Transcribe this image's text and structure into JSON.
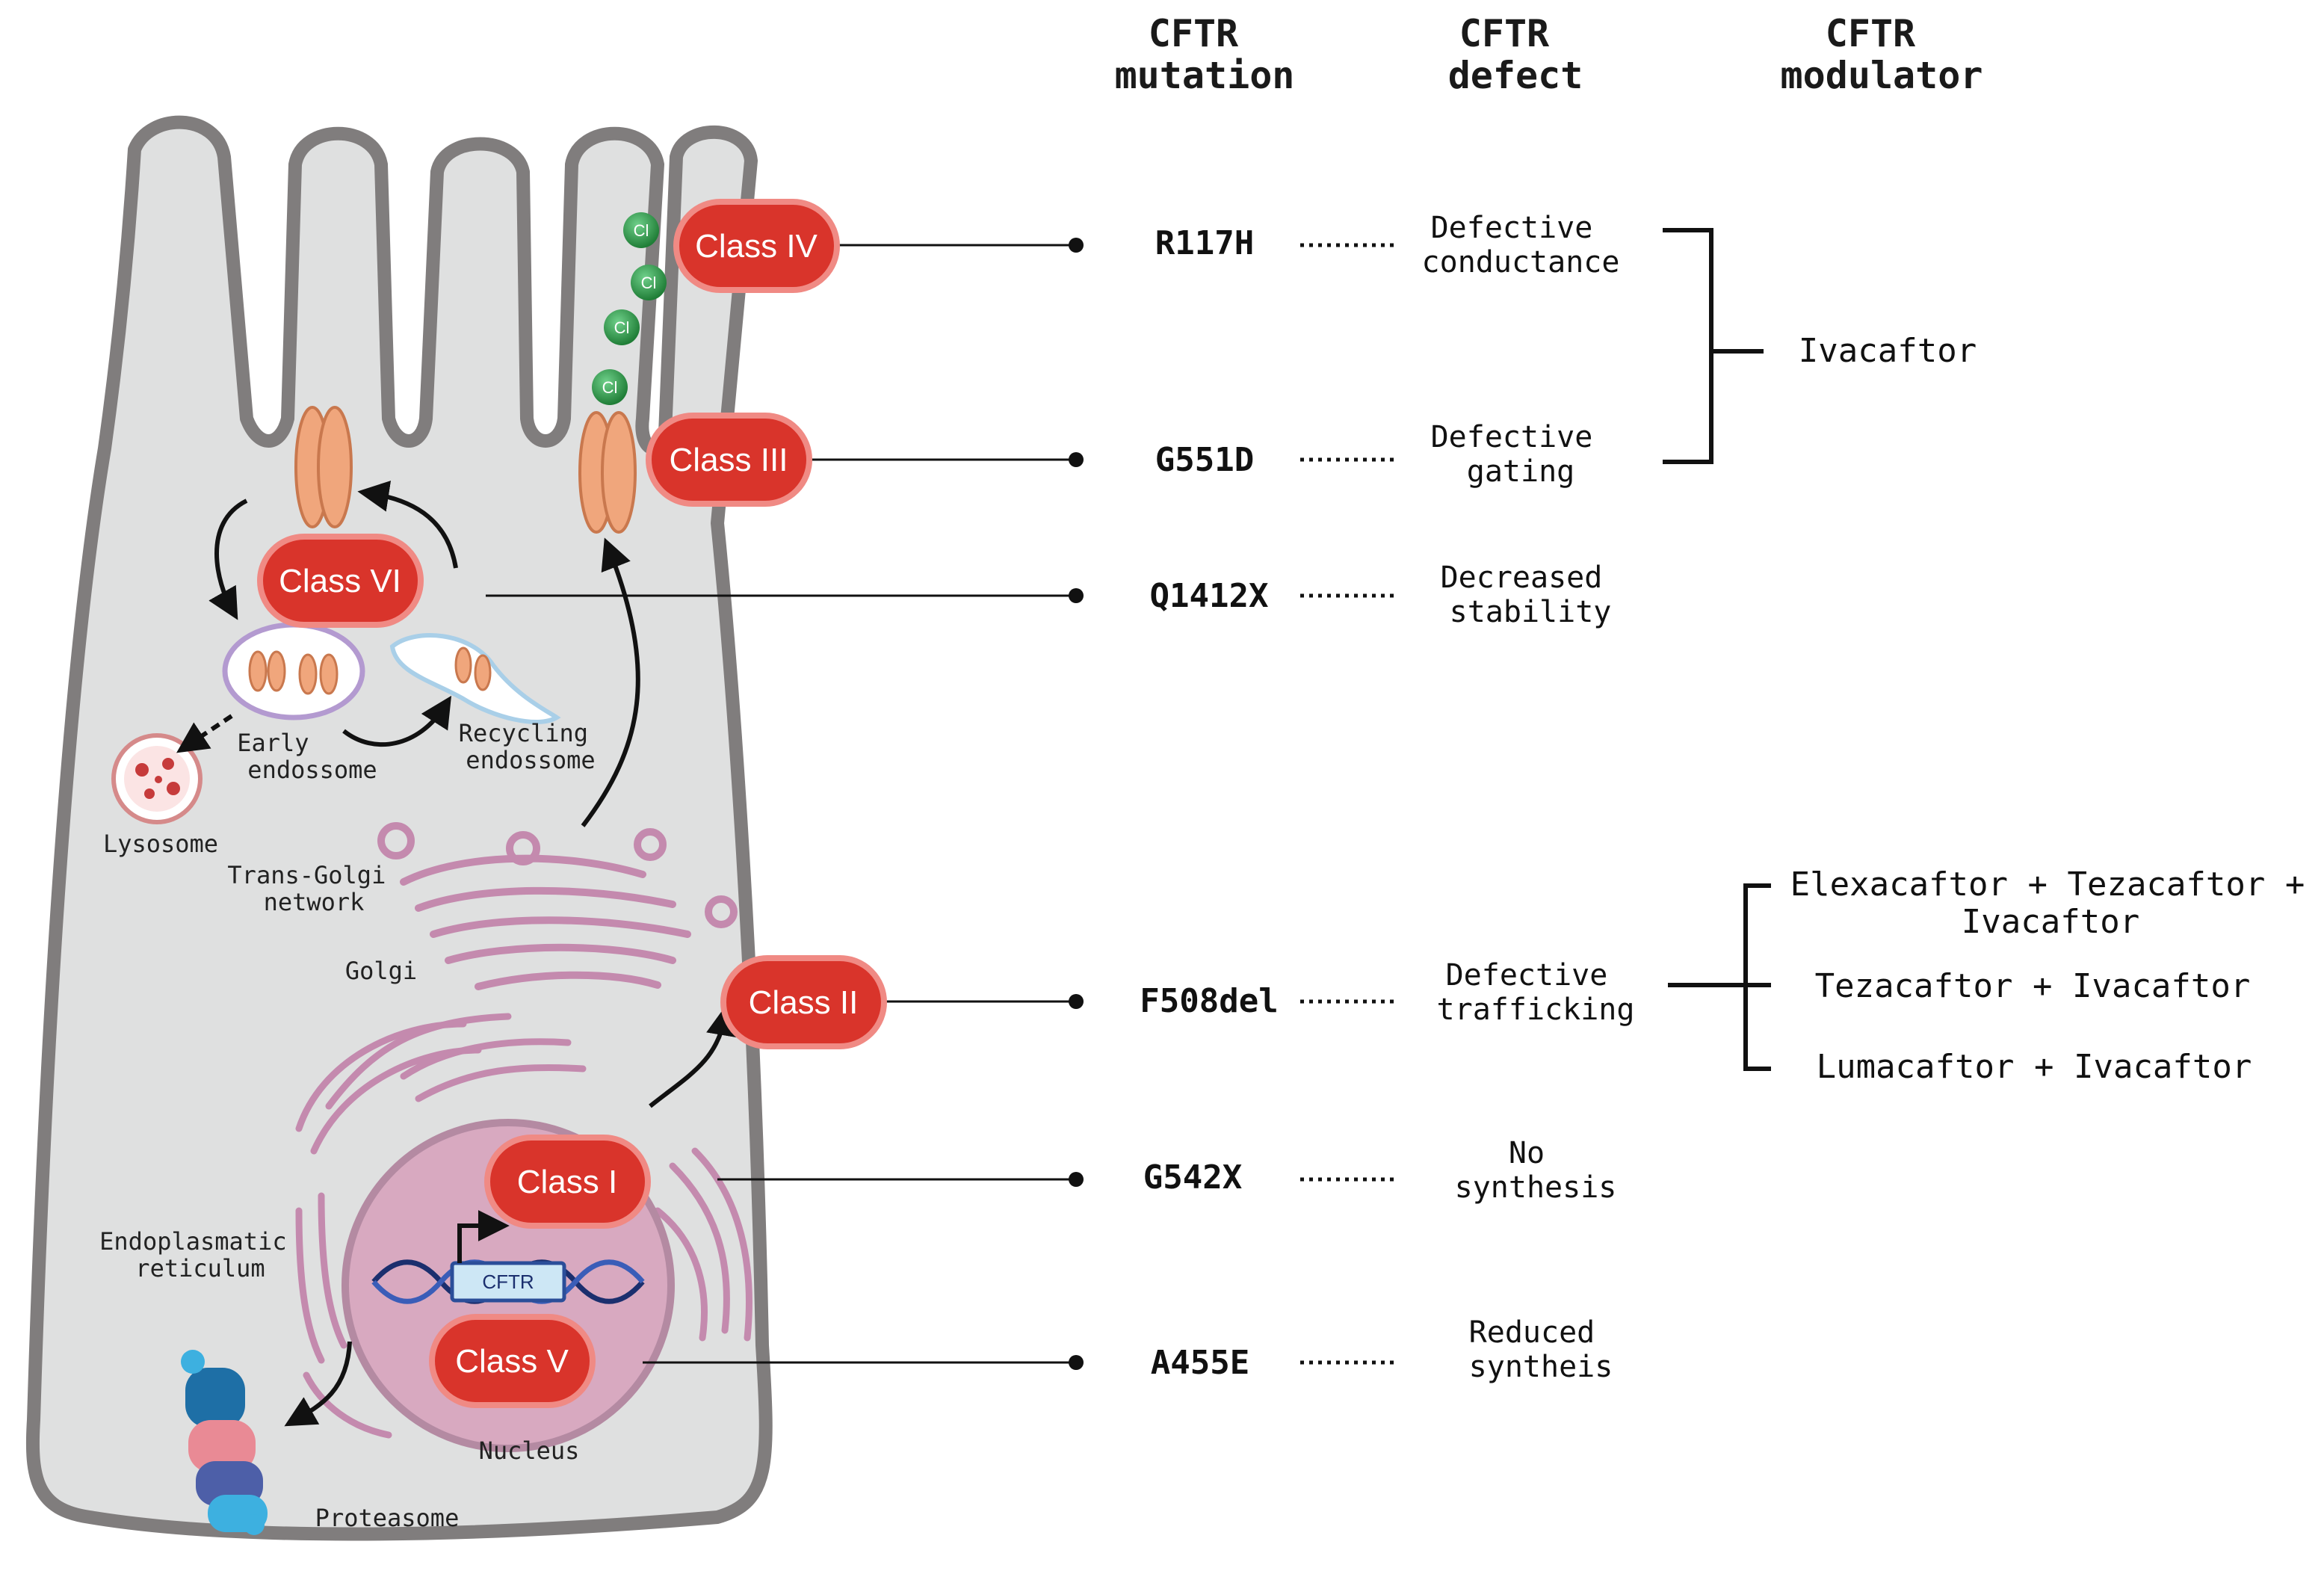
{
  "headers": {
    "mutation": [
      "CFTR",
      "mutation"
    ],
    "defect": [
      "CFTR",
      "defect"
    ],
    "modulator": [
      "CFTR",
      "modulator"
    ]
  },
  "rows": [
    {
      "class_label": "Class IV",
      "mutation": "R117H",
      "defect": [
        "Defective",
        "conductance"
      ]
    },
    {
      "class_label": "Class III",
      "mutation": "G551D",
      "defect": [
        "Defective",
        "gating"
      ]
    },
    {
      "class_label": "Class VI",
      "mutation": "Q1412X",
      "defect": [
        "Decreased",
        "stability"
      ]
    },
    {
      "class_label": "Class II",
      "mutation": "F508del",
      "defect": [
        "Defective",
        "trafficking"
      ]
    },
    {
      "class_label": "Class I",
      "mutation": "G542X",
      "defect": [
        "No",
        "synthesis"
      ]
    },
    {
      "class_label": "Class V",
      "mutation": "A455E",
      "defect": [
        "Reduced",
        "syntheis"
      ]
    }
  ],
  "modulators": {
    "ivacaftor": "Ivacaftor",
    "elexa_line1": "Elexacaftor + Tezacaftor +",
    "elexa_line2": "Ivacaftor",
    "teza": "Tezacaftor + Ivacaftor",
    "luma": "Lumacaftor + Ivacaftor"
  },
  "cell_labels": {
    "early_endosome": [
      "Early",
      "endossome"
    ],
    "recycling_endosome": [
      "Recycling",
      "endossome"
    ],
    "lysosome": "Lysosome",
    "trans_golgi": [
      "Trans-Golgi",
      "network"
    ],
    "golgi": "Golgi",
    "er": [
      "Endoplasmatic",
      "reticulum"
    ],
    "nucleus": "Nucleus",
    "proteasome": "Proteasome",
    "gene": "CFTR",
    "chloride": "Cl"
  },
  "colors": {
    "class_pill": "#d9342b",
    "class_pill_border": "#f08a84",
    "cell_fill": "#dfe0e0",
    "cell_border": "#807d7d",
    "nucleus": "#d8a9c0",
    "membrane": "#c48aae",
    "channel": "#f0a67c",
    "chloride": "#2f9a4a"
  }
}
